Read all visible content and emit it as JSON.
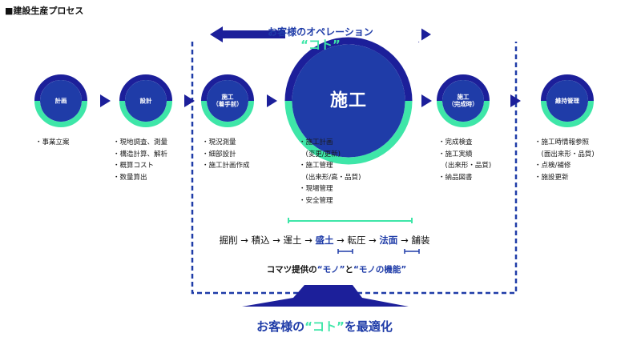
{
  "title": "■建設生産プロセス",
  "top_banner": "お客様のオペレーション",
  "top_koto": "“コト”",
  "stages": [
    {
      "id": "plan",
      "label": "計画",
      "sub": "",
      "items": [
        "・事業立案"
      ]
    },
    {
      "id": "design",
      "label": "設計",
      "sub": "",
      "items": [
        "・現地調査、測量",
        "・構造計算、解析",
        "・概算コスト",
        "・数量算出"
      ]
    },
    {
      "id": "start",
      "label": "施工",
      "sub": "（着手前）",
      "items": [
        "・現況測量",
        "・細部設計",
        "・施工計画作成"
      ]
    },
    {
      "id": "construction",
      "label": "施工",
      "sub": "",
      "items": [
        "・施工計画",
        "　(変更/更新)",
        "・施工管理",
        "　(出来形/高・品質)",
        "・現場管理",
        "・安全管理"
      ]
    },
    {
      "id": "complete",
      "label": "施工",
      "sub": "（完成時）",
      "items": [
        "・完成検査",
        "・施工実績",
        "　(出来形・品質)",
        "・納品図書"
      ]
    },
    {
      "id": "maintenance",
      "label": "維持管理",
      "sub": "",
      "items": [
        "・施工時情報参照",
        "　(面出来形・品質)",
        "・点検/補修",
        "・施設更新"
      ]
    }
  ],
  "process_steps": {
    "s1": "掘削",
    "s2": "積込",
    "s3": "運土",
    "s4": "盛土",
    "s5": "転圧",
    "s6": "法面",
    "s7": "舗装",
    "arrow": "→"
  },
  "mono_note": {
    "prefix": "コマツ提供の",
    "q1": "“モノ”",
    "mid": "と",
    "q2": "“モノの機能”"
  },
  "bottom_banner": {
    "prefix": "お客様の",
    "koto": "“コト”",
    "suffix": "を最適化"
  },
  "colors": {
    "navy": "#1f3ca8",
    "dark_navy": "#1c1f9a",
    "green": "#3ee6a8",
    "text": "#111111"
  }
}
